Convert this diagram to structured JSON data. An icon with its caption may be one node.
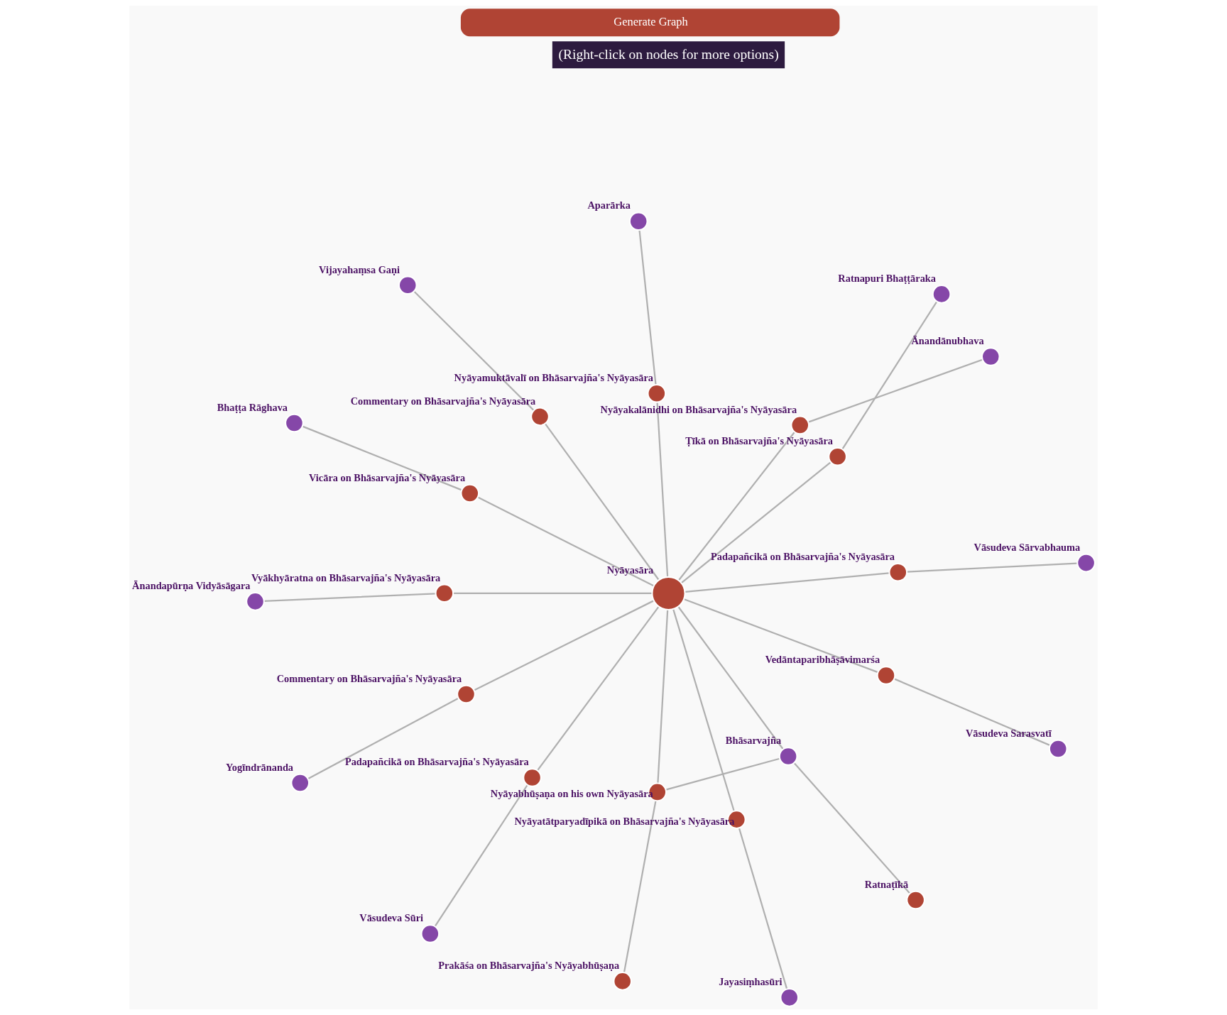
{
  "diagram": {
    "nodes": [
      {
        "text": [
          "Jayasiṃhasūri"
        ]
      },
      {
        "text": [
          "Bhaṭṭa Rāghava"
        ]
      },
      {
        "text": [
          "Ānandānubhava"
        ]
      },
      {
        "text": [
          "Ratnapuri Bhaṭṭāraka"
        ]
      },
      {
        "text": [
          "Nyāyatātparyadīpikā on Bhāsarvajña's Nyāyasāra"
        ]
      },
      {
        "text": [
          "Vicāra on Bhāsarvajña's Nyāyasāra"
        ]
      },
      {
        "text": [
          "Ānandapūrṇa Vidyāsāgara"
        ]
      },
      {
        "text": [
          "Nyāyakalānidhi on Bhāsarvajña's Nyāyasāra"
        ]
      },
      {
        "text": [
          "Ṭīkā on Bhāsarvajña's Nyāyasāra"
        ]
      },
      {
        "text": [
          "Vyākhyāratna on Bhāsarvajña's Nyāyasāra"
        ]
      },
      {
        "text": [
          "Prakāśa on Bhāsarvajña's Nyāyabhūṣaṇa"
        ]
      },
      {
        "text": [
          "Yogīndrānanda"
        ]
      },
      {
        "text": [
          "Nyāyabhūṣaṇa on his own Nyāyasāra"
        ]
      },
      {
        "text": [
          "Commentary on Bhāsarvajña's Nyāyasāra"
        ]
      },
      {
        "text": [
          "Nyāyasāra"
        ]
      },
      {
        "text": [
          "Padapañcikā on Bhāsarvajña's Nyāyasāra"
        ]
      },
      {
        "text": [
          "Bhāsarvajña"
        ]
      },
      {
        "text": [
          "Vāsudeva Sārvabhauma"
        ]
      },
      {
        "text": [
          "Ratnaṭīkā"
        ]
      },
      {
        "text": [
          "Commentary on Bhāsarvajña's Nyāyasāra"
        ]
      },
      {
        "text": [
          "Padapañcikā on Bhāsarvajña's Nyāyasāra"
        ]
      },
      {
        "text": [
          "Nyāyamuktāvalī on Bhāsarvajña's Nyāyasāra"
        ]
      },
      {
        "text": [
          "Vedāntaparibhāṣāvimarśa"
        ]
      },
      {
        "text": [
          "Vijayahaṃsa Gaṇi"
        ]
      },
      {
        "text": [
          "Vāsudeva Sūri"
        ]
      },
      {
        "text": [
          "Vāsudeva Sarasvatī"
        ]
      },
      {
        "text": [
          "Aparārka"
        ]
      }
    ],
    "edges": [
      {
        "from": 14,
        "to": 4,
        "arrow": "none"
      },
      {
        "from": 4,
        "to": 0,
        "arrow": "none"
      },
      {
        "from": 14,
        "to": 5,
        "arrow": "none"
      },
      {
        "from": 5,
        "to": 1,
        "arrow": "none"
      },
      {
        "from": 14,
        "to": 7,
        "arrow": "none"
      },
      {
        "from": 7,
        "to": 2,
        "arrow": "none"
      },
      {
        "from": 14,
        "to": 8,
        "arrow": "none"
      },
      {
        "from": 8,
        "to": 3,
        "arrow": "none"
      },
      {
        "from": 14,
        "to": 9,
        "arrow": "none"
      },
      {
        "from": 9,
        "to": 6,
        "arrow": "none"
      },
      {
        "from": 14,
        "to": 12,
        "arrow": "none"
      },
      {
        "from": 12,
        "to": 10,
        "arrow": "none"
      },
      {
        "from": 12,
        "to": 16,
        "arrow": "none"
      },
      {
        "from": 14,
        "to": 13,
        "arrow": "none"
      },
      {
        "from": 13,
        "to": 11,
        "arrow": "none"
      },
      {
        "from": 14,
        "to": 15,
        "arrow": "none"
      },
      {
        "from": 15,
        "to": 17,
        "arrow": "none"
      },
      {
        "from": 14,
        "to": 16,
        "arrow": "none"
      },
      {
        "from": 16,
        "to": 18,
        "arrow": "none"
      },
      {
        "from": 14,
        "to": 19,
        "arrow": "none"
      },
      {
        "from": 19,
        "to": 23,
        "arrow": "none"
      },
      {
        "from": 14,
        "to": 20,
        "arrow": "none"
      },
      {
        "from": 20,
        "to": 24,
        "arrow": "none"
      },
      {
        "from": 14,
        "to": 21,
        "arrow": "none"
      },
      {
        "from": 21,
        "to": 26,
        "arrow": "none"
      },
      {
        "from": 14,
        "to": 22,
        "arrow": "none"
      },
      {
        "from": 22,
        "to": 25,
        "arrow": "none"
      }
    ],
    "labels": [
      "Generate Graph",
      "(Right-click on nodes for more options)"
    ]
  }
}
